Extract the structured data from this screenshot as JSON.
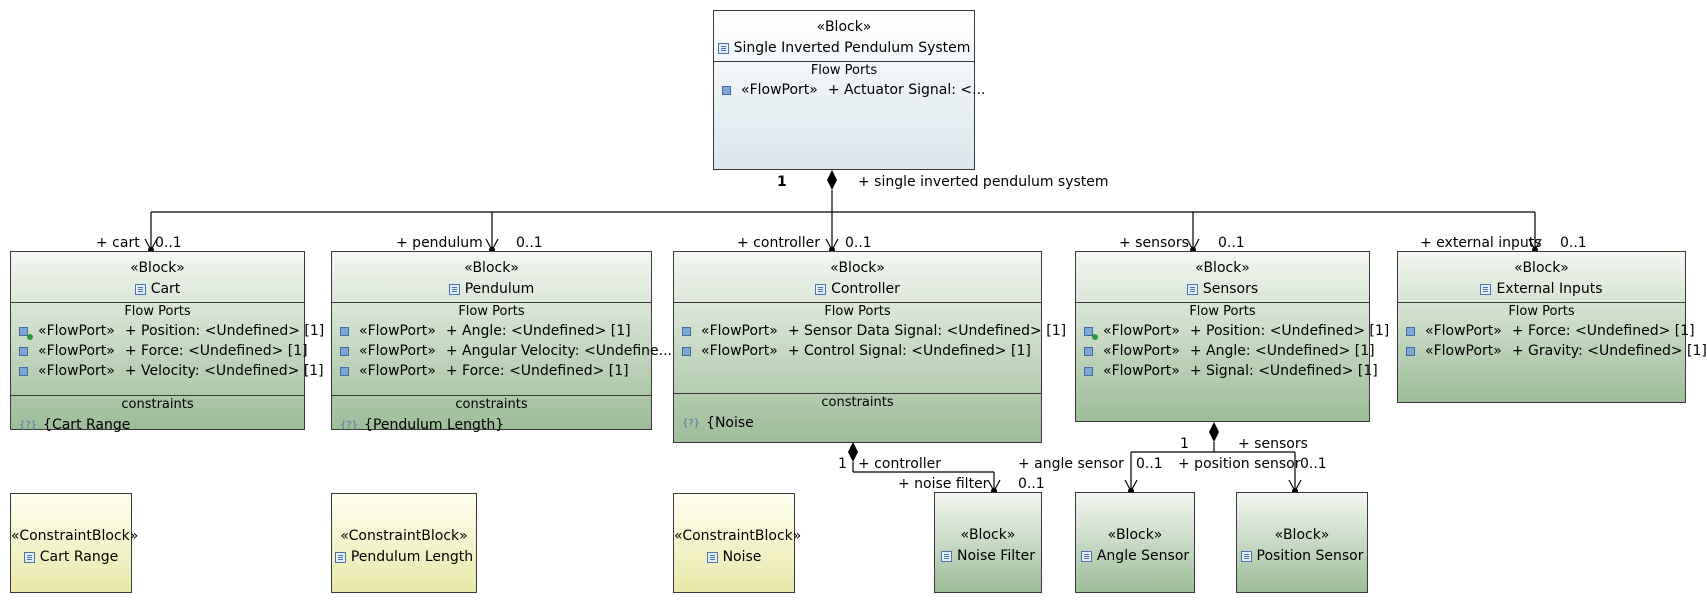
{
  "root": {
    "stereotype": "«Block»",
    "name": "Single Inverted Pendulum System",
    "compartment": "Flow Ports",
    "ports": [
      {
        "stereotype": "«FlowPort»",
        "text": "+ Actuator Signal: <..."
      }
    ]
  },
  "blocks": {
    "cart": {
      "stereotype": "«Block»",
      "name": "Cart",
      "flow_title": "Flow Ports",
      "ports": [
        {
          "stereotype": "«FlowPort»",
          "text": "+ Position: <Undefined> [1]"
        },
        {
          "stereotype": "«FlowPort»",
          "text": "+ Force: <Undefined> [1]"
        },
        {
          "stereotype": "«FlowPort»",
          "text": "+ Velocity: <Undefined> [1]"
        }
      ],
      "constraints_title": "constraints",
      "constraint": "{Cart Range"
    },
    "pendulum": {
      "stereotype": "«Block»",
      "name": "Pendulum",
      "flow_title": "Flow Ports",
      "ports": [
        {
          "stereotype": "«FlowPort»",
          "text": "+ Angle: <Undefined> [1]"
        },
        {
          "stereotype": "«FlowPort»",
          "text": "+ Angular Velocity: <Undefine..."
        },
        {
          "stereotype": "«FlowPort»",
          "text": "+ Force: <Undefined> [1]"
        }
      ],
      "constraints_title": "constraints",
      "constraint": "{Pendulum Length}"
    },
    "controller": {
      "stereotype": "«Block»",
      "name": "Controller",
      "flow_title": "Flow Ports",
      "ports": [
        {
          "stereotype": "«FlowPort»",
          "text": "+ Sensor Data Signal: <Undefined> [1]"
        },
        {
          "stereotype": "«FlowPort»",
          "text": "+ Control Signal: <Undefined> [1]"
        }
      ],
      "constraints_title": "constraints",
      "constraint": "{Noise"
    },
    "sensors": {
      "stereotype": "«Block»",
      "name": "Sensors",
      "flow_title": "Flow Ports",
      "ports": [
        {
          "stereotype": "«FlowPort»",
          "text": "+ Position: <Undefined> [1]"
        },
        {
          "stereotype": "«FlowPort»",
          "text": "+ Angle: <Undefined> [1]"
        },
        {
          "stereotype": "«FlowPort»",
          "text": "+ Signal: <Undefined> [1]"
        }
      ]
    },
    "external": {
      "stereotype": "«Block»",
      "name": "External Inputs",
      "flow_title": "Flow Ports",
      "ports": [
        {
          "stereotype": "«FlowPort»",
          "text": "+ Force: <Undefined> [1]"
        },
        {
          "stereotype": "«FlowPort»",
          "text": "+ Gravity: <Undefined> [1]"
        }
      ]
    }
  },
  "constraint_blocks": [
    {
      "stereotype": "«ConstraintBlock»",
      "name": "Cart Range"
    },
    {
      "stereotype": "«ConstraintBlock»",
      "name": "Pendulum Length"
    },
    {
      "stereotype": "«ConstraintBlock»",
      "name": "Noise"
    }
  ],
  "leaf_blocks": [
    {
      "stereotype": "«Block»",
      "name": "Noise Filter"
    },
    {
      "stereotype": "«Block»",
      "name": "Angle Sensor"
    },
    {
      "stereotype": "«Block»",
      "name": "Position Sensor"
    }
  ],
  "labels": {
    "root_role": "+ single inverted pendulum system",
    "root_mult": "1",
    "cart_role": "+ cart",
    "cart_mult": "0..1",
    "pendulum_role": "+ pendulum",
    "pendulum_mult": "0..1",
    "controller_role": "+ controller",
    "controller_mult": "0..1",
    "sensors_role": "+ sensors",
    "sensors_mult": "0..1",
    "external_role": "+ external inputs",
    "external_mult": "0..1",
    "ctrl_owner_mult": "1",
    "ctrl_owner_role": "+ controller",
    "noise_filter_role": "+ noise filter",
    "noise_filter_mult": "0..1",
    "sens_owner_mult": "1",
    "sens_owner_role": "+ sensors",
    "angle_role": "+ angle sensor",
    "angle_mult": "0..1",
    "position_role": "+ position sensor",
    "position_mult": "0..1"
  },
  "icons": {
    "block": "block-icon",
    "flowport": "flowport-icon",
    "constraint": "constraint-icon",
    "composition": "composition-diamond"
  },
  "colors": {
    "root_fill": "#d9e6ec",
    "block_fill": "#9dbd98",
    "constraint_block_fill": "#e8e8a8",
    "port_icon": "#7fa7d6",
    "line": "#000000"
  }
}
